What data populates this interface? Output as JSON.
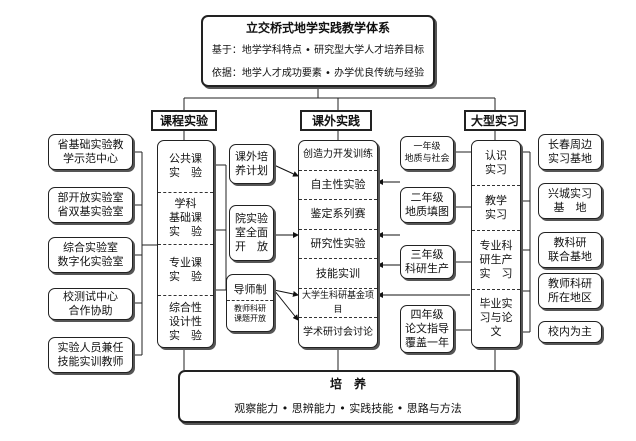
{
  "top": {
    "title": "立交桥式地学实践教学体系",
    "basis": "基于：地学学科特点 • 研究型大学人才培养目标",
    "foundation": "依据：地学人才成功要素 • 办学优良传统与经验"
  },
  "headers": {
    "course": "课程实验",
    "extracurricular": "课外实践",
    "internship": "大型实习"
  },
  "left_supports": [
    "省基础实验教\n学示范中心",
    "部开放实验室\n省双基实验室",
    "综合实验室\n数字化实验室",
    "校测试中心\n合作协助",
    "实验人员兼任\n技能实训教师"
  ],
  "course_items": [
    "公共课\n实　验",
    "学科\n基础课\n实　验",
    "专业课\n实　验",
    "综合性\n设计性\n实　验"
  ],
  "middle_left": {
    "plan": "课外培\n养计划",
    "lab_open": "院实验\n室全面\n开　放",
    "mentor_label": "导师制",
    "mentor_note": "教师科研\n课题开放"
  },
  "extracurricular_items": [
    "创造力开发训练",
    "自主性实验",
    "鉴定系列赛",
    "研究性实验",
    "技能实训",
    "大学生科研基金项目",
    "学术研讨会讨论"
  ],
  "year_labels": {
    "y1": "一年级\n地质与社会",
    "y2": "二年级\n地质填图",
    "y3": "三年级\n科研生产",
    "y4": "四年级\n论文指导\n覆盖一年"
  },
  "internship_items": [
    "认识\n实习",
    "教学\n实习",
    "专业科\n研生产\n实　习",
    "毕业实\n习与论\n文"
  ],
  "right_bases": [
    "长春周边\n实习基地",
    "兴城实习\n基　地",
    "教科研\n联合基地",
    "教师科研\n所在地区",
    "校内为主"
  ],
  "bottom": {
    "title": "培　养",
    "abilities": "观察能力 • 思辨能力 • 实践技能 • 思路与方法"
  }
}
